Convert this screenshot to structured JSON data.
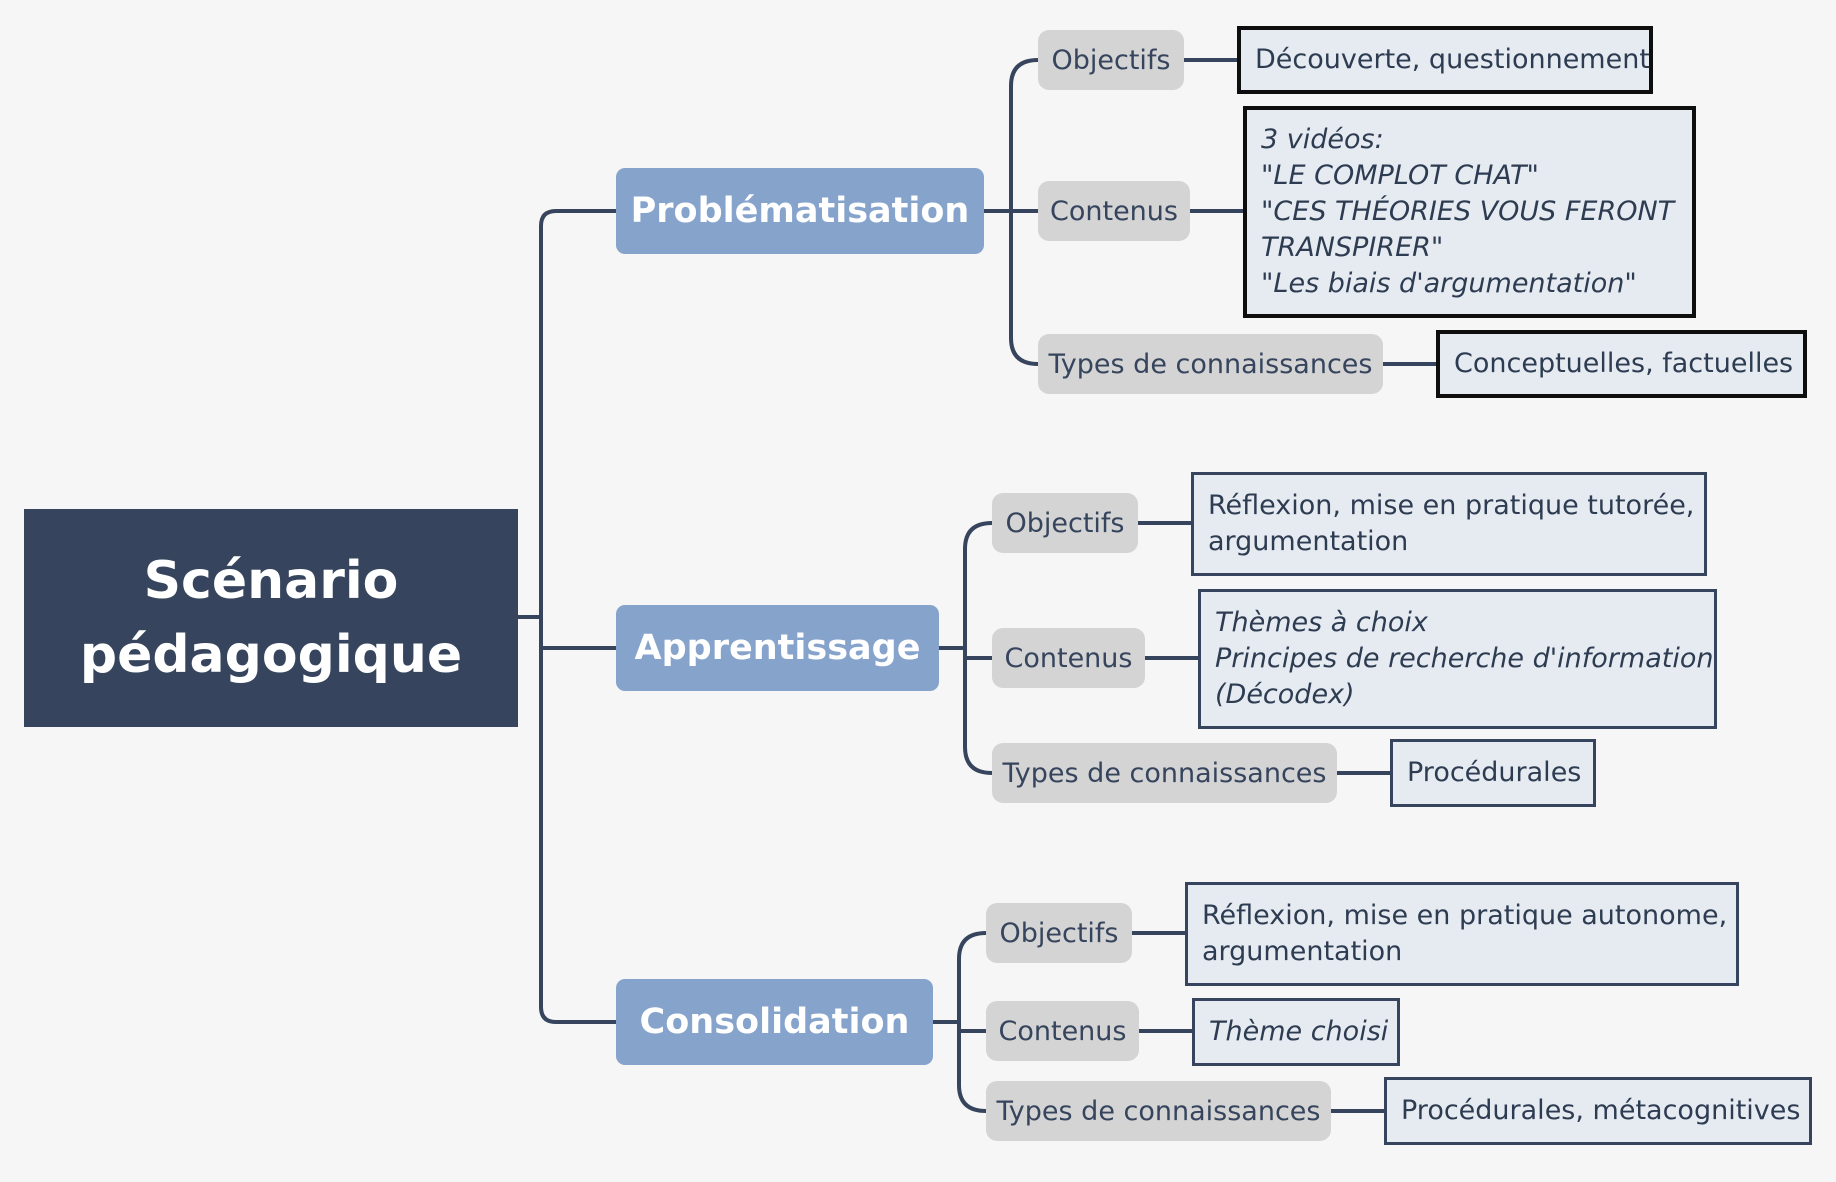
{
  "root": {
    "lines": [
      "Scénario",
      "pédagogique"
    ]
  },
  "branches": [
    {
      "label": "Problématisation",
      "objectifs": {
        "label": "Objectifs",
        "value": [
          "Découverte, questionnement"
        ]
      },
      "contenus": {
        "label": "Contenus",
        "value": [
          "3 vidéos:",
          "\"LE COMPLOT CHAT\"",
          "\"CES THÉORIES VOUS FERONT",
          "TRANSPIRER\"",
          "\"Les biais d'argumentation\""
        ]
      },
      "types": {
        "label": "Types de connaissances",
        "value": [
          "Conceptuelles, factuelles"
        ]
      }
    },
    {
      "label": "Apprentissage",
      "objectifs": {
        "label": "Objectifs",
        "value": [
          "Réflexion, mise en pratique tutorée,",
          "argumentation"
        ]
      },
      "contenus": {
        "label": "Contenus",
        "value": [
          "Thèmes à choix",
          "Principes de recherche d'information",
          "(Décodex)"
        ]
      },
      "types": {
        "label": "Types de connaissances",
        "value": [
          "Procédurales"
        ]
      }
    },
    {
      "label": "Consolidation",
      "objectifs": {
        "label": "Objectifs",
        "value": [
          "Réflexion, mise en pratique autonome,",
          "argumentation"
        ]
      },
      "contenus": {
        "label": "Contenus",
        "value": [
          "Thème choisi"
        ]
      },
      "types": {
        "label": "Types de connaissances",
        "value": [
          "Procédurales, métacognitives"
        ]
      }
    }
  ],
  "colors": {
    "root": "#36455d",
    "main_topic": "#86a3cc",
    "sub_topic": "#d4d4d4",
    "leaf": "#e6ebf2",
    "connector": "#36455d",
    "background": "#f6f6f6"
  }
}
